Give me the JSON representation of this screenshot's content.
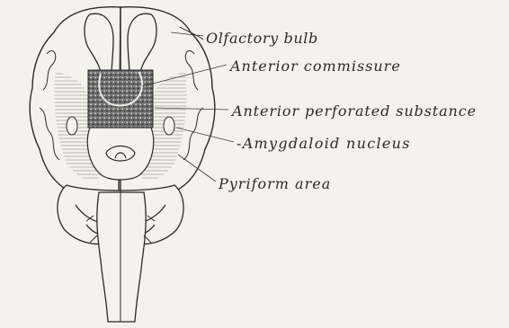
{
  "labels": {
    "olfactory_bulb": "Olfactory bulb",
    "anterior_commissure": "Anterior commissure",
    "anterior_perforated_substance": "Anterior perforated substance",
    "amygdaloid_nucleus": "-Amygdaloid nucleus",
    "pyriform_area": "Pyriform area"
  },
  "colors": {
    "background": "#f4f2ec",
    "line": "#2a2a2a",
    "shading": "#c9c7c0",
    "stipple": "#3a3a3a"
  }
}
